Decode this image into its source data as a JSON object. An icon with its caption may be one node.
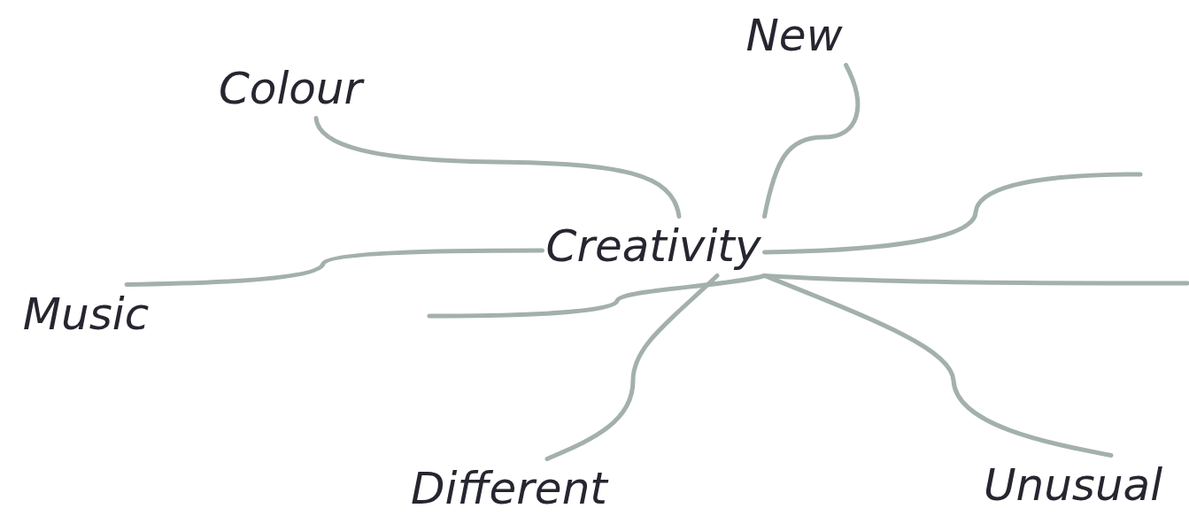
{
  "diagram": {
    "nodes": [
      {
        "text": [
          "New"
        ]
      },
      {
        "text": [
          "Colour"
        ]
      },
      {
        "text": [
          "Creativity"
        ]
      },
      {
        "text": [
          "Music"
        ]
      },
      {
        "text": [
          "Different"
        ]
      },
      {
        "text": [
          "Unusual"
        ]
      }
    ],
    "edges": [
      {
        "from": 2,
        "to": 1,
        "arrow": "none"
      },
      {
        "from": 2,
        "to": 0,
        "arrow": "none"
      },
      {
        "from": 2,
        "to": null,
        "arrow": "none"
      },
      {
        "from": 2,
        "to": 3,
        "arrow": "none"
      },
      {
        "from": 2,
        "to": null,
        "arrow": "none"
      },
      {
        "from": 2,
        "to": null,
        "arrow": "none"
      },
      {
        "from": 2,
        "to": 4,
        "arrow": "none"
      },
      {
        "from": 2,
        "to": 5,
        "arrow": "none"
      }
    ]
  }
}
